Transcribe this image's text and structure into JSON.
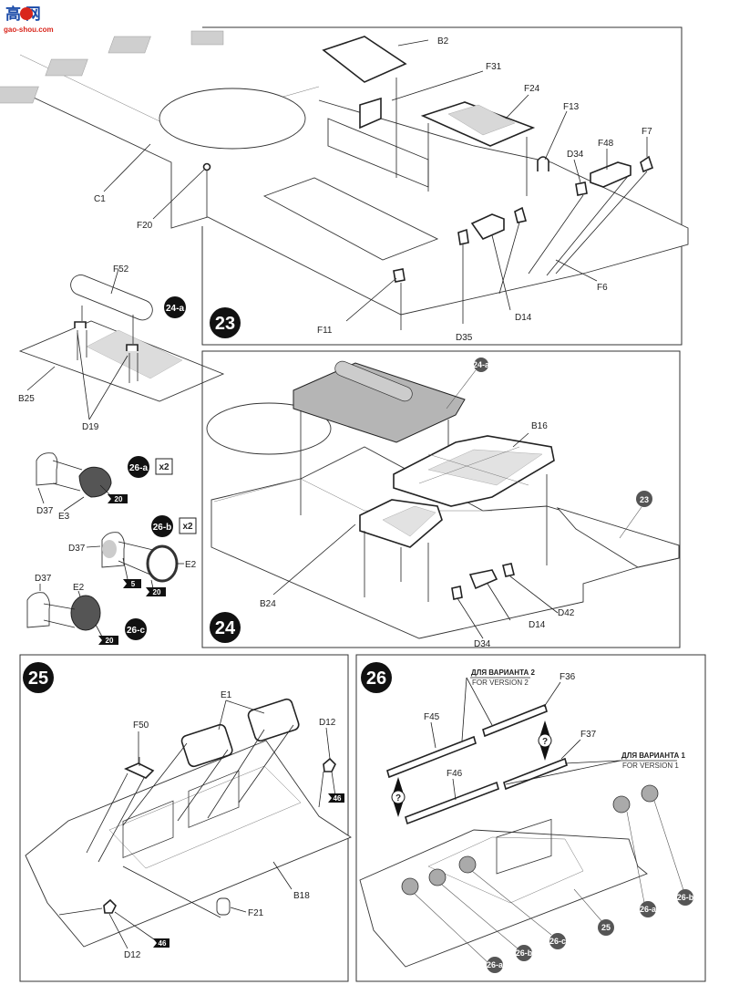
{
  "watermark": {
    "logo_text": "高 网",
    "site": "gao-shou.com"
  },
  "colors": {
    "ink": "#222222",
    "callout_black": "#111111",
    "callout_gray": "#555555",
    "selected_panel": "#b5b5b5",
    "watermark_blue": "#1a4aa8",
    "watermark_red": "#d9261c"
  },
  "steps": {
    "s23": {
      "number": "23",
      "parts": {
        "b2": "B2",
        "f31": "F31",
        "f24": "F24",
        "f13": "F13",
        "f7": "F7",
        "f48": "F48",
        "d34": "D34",
        "c1": "C1",
        "f20": "F20",
        "f6": "F6",
        "d14": "D14",
        "f11": "F11",
        "d35": "D35"
      }
    },
    "s24a": {
      "number": "24-a",
      "parts": {
        "f52": "F52",
        "b25": "B25",
        "d19": "D19"
      }
    },
    "s26a": {
      "number": "26-a",
      "quantity": "x2",
      "parts": {
        "d37": "D37",
        "e3": "E3"
      },
      "paint": [
        "20"
      ]
    },
    "s26b": {
      "number": "26-b",
      "quantity": "x2",
      "parts": {
        "d37": "D37",
        "e2": "E2"
      },
      "paint": [
        "5",
        "20"
      ]
    },
    "s26c": {
      "number": "26-c",
      "parts": {
        "d37": "D37",
        "e2": "E2"
      },
      "paint": [
        "20"
      ]
    },
    "s24": {
      "number": "24",
      "refs": {
        "sub": "24-a",
        "prev": "23"
      },
      "parts": {
        "b16": "B16",
        "b24": "B24",
        "d34": "D34",
        "d14": "D14",
        "d42": "D42"
      }
    },
    "s25": {
      "number": "25",
      "parts": {
        "e1": "E1",
        "f50": "F50",
        "d12_top": "D12",
        "d12_bottom": "D12",
        "b18": "B18",
        "f21": "F21"
      },
      "paint": [
        "46",
        "46"
      ]
    },
    "s26": {
      "number": "26",
      "version2_ru": "ДЛЯ ВАРИАНТА 2",
      "version2_en": "FOR VERSION  2",
      "version1_ru": "ДЛЯ ВАРИАНТА 1",
      "version1_en": "FOR VERSION  1",
      "option_mark": "?",
      "parts": {
        "f45": "F45",
        "f36": "F36",
        "f37": "F37",
        "f46": "F46"
      },
      "refs": [
        "26-a",
        "26-b",
        "25",
        "26-c",
        "26-a",
        "26-b"
      ]
    }
  }
}
